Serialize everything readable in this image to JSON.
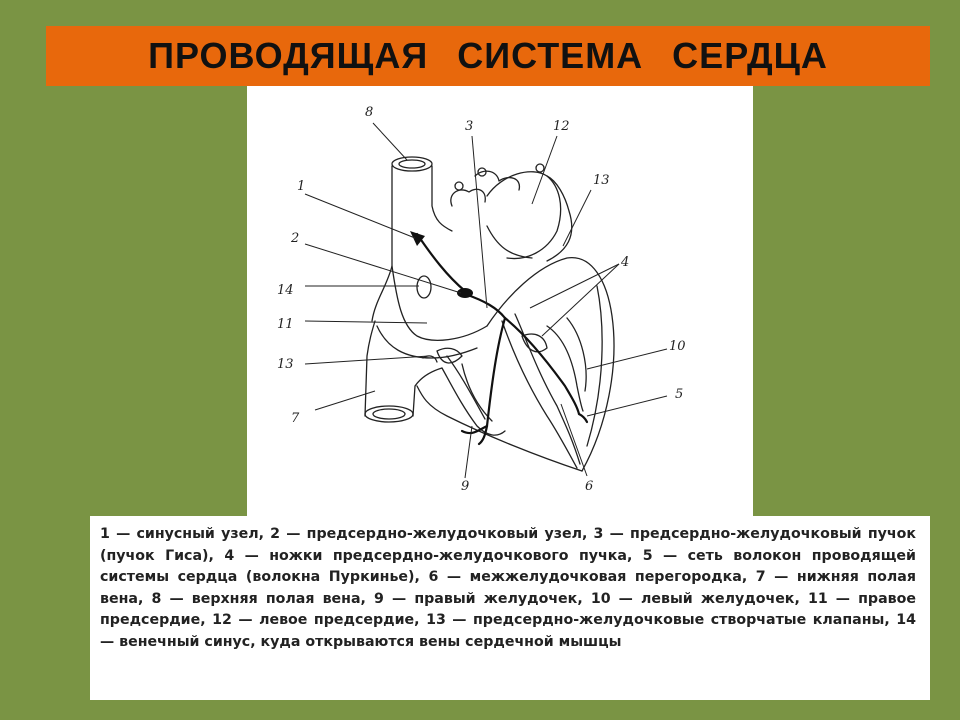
{
  "title": "ПРОВОДЯЩАЯ   СИСТЕМА   СЕРДЦА",
  "colors": {
    "background": "#7a9444",
    "banner": "#e8680c"
  },
  "diagram": {
    "labels": {
      "l1": "1",
      "l2": "2",
      "l3": "3",
      "l4": "4",
      "l5": "5",
      "l6": "6",
      "l7": "7",
      "l8": "8",
      "l9": "9",
      "l10": "10",
      "l11": "11",
      "l12": "12",
      "l13a": "13",
      "l13b": "13",
      "l14": "14"
    }
  },
  "legend": {
    "text": "1 — синусный узел, 2 — предсердно-желудочковый узел, 3 — предсердно-желудочковый пучок (пучок Гиса), 4 — ножки предсердно-желудочкового пучка, 5 — сеть волокон проводящей системы сердца (волокна Пуркинье), 6 — межжелудочковая перегородка, 7 — нижняя полая вена, 8 — верхняя полая вена, 9 — правый желудочек, 10 — левый желудочек, 11 — правое предсердие, 12 — левое предсердие, 13 — предсердно-желудочковые створчатые клапаны, 14 — венечный синус, куда открываются вены сердечной мышцы"
  }
}
